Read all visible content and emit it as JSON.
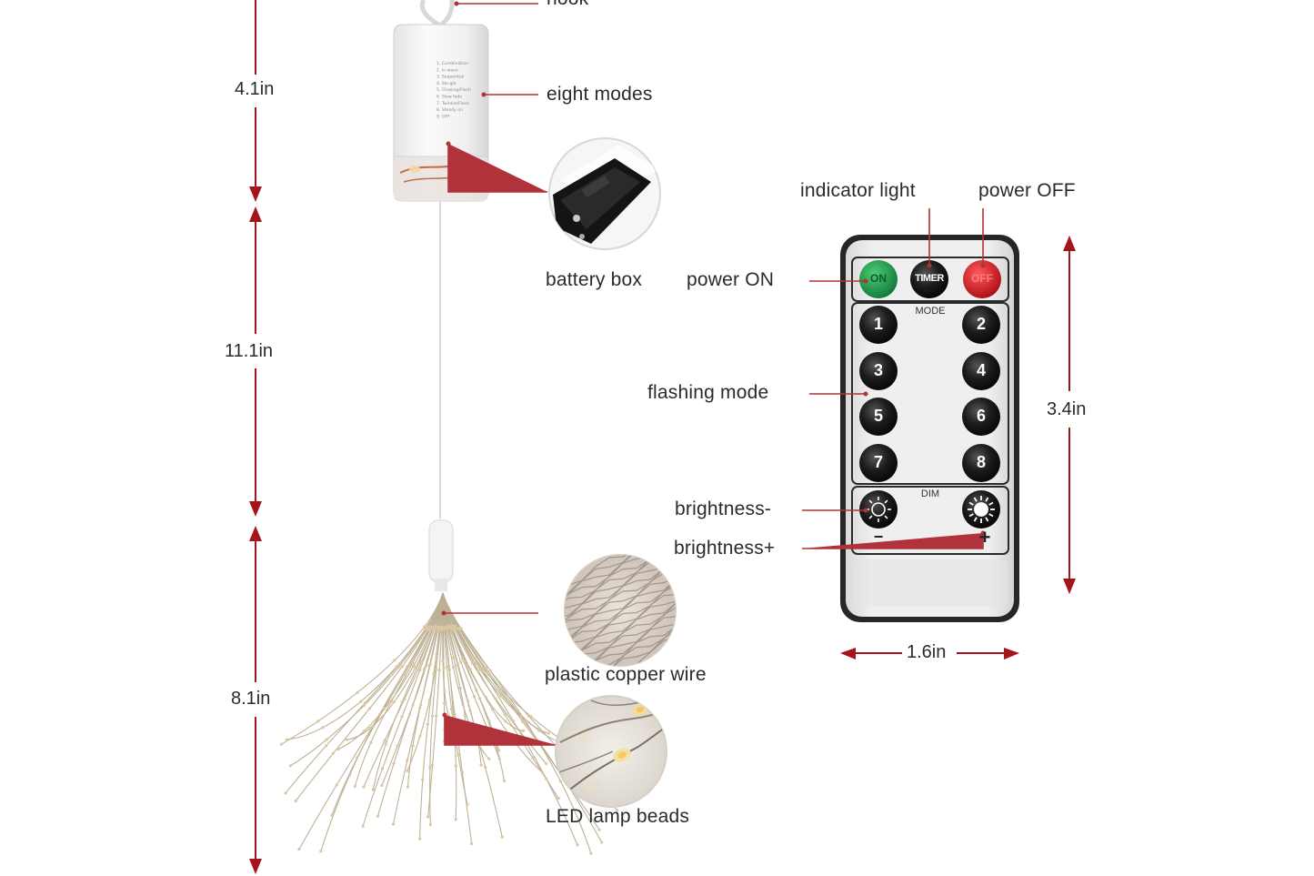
{
  "dimensions": {
    "top_height": "4.1in",
    "middle_height": "11.1in",
    "bottom_height": "8.1in",
    "remote_height": "3.4in",
    "remote_width": "1.6in"
  },
  "callouts": {
    "hook": "hook",
    "eight_modes": "eight modes",
    "battery_box": "battery box",
    "plastic_copper_wire": "plastic copper wire",
    "led_lamp_beads": "LED lamp beads",
    "indicator_light": "indicator light",
    "power_off": "power OFF",
    "power_on": "power ON",
    "flashing_mode": "flashing mode",
    "brightness_minus": "brightness-",
    "brightness_plus": "brightness+"
  },
  "remote": {
    "on_label": "ON",
    "timer_label": "TIMER",
    "off_label": "OFF",
    "mode_label": "MODE",
    "dim_label": "DIM",
    "mode_keys": [
      "1",
      "2",
      "3",
      "4",
      "5",
      "6",
      "7",
      "8"
    ],
    "minus_sign": "−",
    "plus_sign": "+"
  },
  "battery_case": {
    "mode_list": [
      "1. Combination",
      "2. In wave",
      "3. Sequential",
      "4. Slo-glo",
      "5. Chasing/Flash",
      "6. Slow fade",
      "7. Twinkle/Flash",
      "8. Steady on",
      "9. OFF"
    ]
  },
  "colors": {
    "dimension_line": "#a3141c",
    "callout_line": "#b0323a",
    "on_button": "#1f9a46",
    "off_button": "#d81f26",
    "key": "#1a1a1a"
  }
}
